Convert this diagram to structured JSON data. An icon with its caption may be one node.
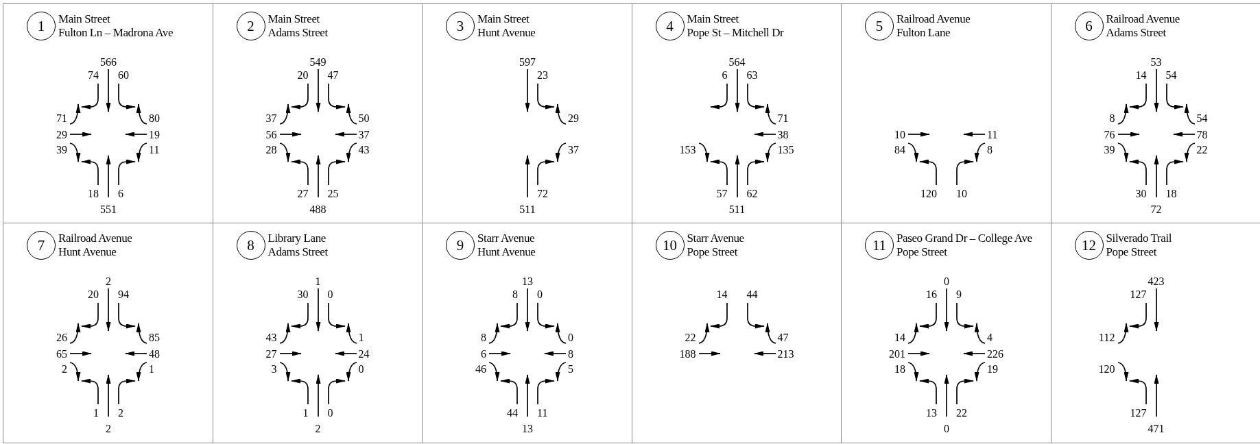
{
  "diagram": {
    "nodes": [
      {
        "text": [
          "Main Street",
          "Fulton Ln – Madrona Ave"
        ]
      },
      {
        "text": [
          "1"
        ],
        "in": 0
      },
      {
        "text": [
          "Main Street",
          "Adams Street"
        ]
      },
      {
        "text": [
          "2"
        ],
        "in": 2
      },
      {
        "text": [
          "Main Street",
          "Hunt Avenue"
        ]
      },
      {
        "text": [
          "3"
        ],
        "in": 4
      },
      {
        "text": [
          "Main Street",
          "Pope St – Mitchell Dr"
        ]
      },
      {
        "text": [
          "4"
        ],
        "in": 6
      },
      {
        "text": [
          "Railroad Avenue",
          "Fulton Lane"
        ]
      },
      {
        "text": [
          "5"
        ],
        "in": 8
      },
      {
        "text": [
          "Railroad Avenue",
          "Adams Street"
        ]
      },
      {
        "text": [
          "6"
        ],
        "in": 10
      },
      {
        "text": [
          "Railroad Avenue",
          "Hunt Avenue"
        ]
      },
      {
        "text": [
          "7"
        ],
        "in": 12
      },
      {
        "text": [
          "Library Lane",
          "Adams Street"
        ]
      },
      {
        "text": [
          "8"
        ],
        "in": 14
      },
      {
        "text": [
          "Starr Avenue",
          "Hunt Avenue"
        ]
      },
      {
        "text": [
          "9"
        ],
        "in": 16
      },
      {
        "text": [
          "Starr Avenue",
          "Pope Street"
        ]
      },
      {
        "text": [
          "10"
        ],
        "in": 18
      },
      {
        "text": [
          "Paseo Grand Dr – College Ave",
          "Pope Street"
        ]
      },
      {
        "text": [
          "11"
        ],
        "in": 20
      },
      {
        "text": [
          "Silverado Trail",
          "Pope Street"
        ]
      },
      {
        "text": [
          "12"
        ],
        "in": 22
      }
    ],
    "edges": [],
    "labels": [
      "566",
      "74",
      "60",
      "71",
      "80",
      "29",
      "19",
      "39",
      "11",
      "18",
      "6",
      "551",
      "549",
      "20",
      "47",
      "37",
      "50",
      "56",
      "37",
      "28",
      "43",
      "27",
      "25",
      "488",
      "597",
      "23",
      "29",
      "37",
      "72",
      "511",
      "564",
      "6",
      "63",
      "71",
      "38",
      "153",
      "135",
      "57",
      "62",
      "511",
      "10",
      "11",
      "84",
      "8",
      "120",
      "10",
      "53",
      "14",
      "54",
      "8",
      "54",
      "76",
      "78",
      "39",
      "22",
      "30",
      "18",
      "72",
      "2",
      "20",
      "94",
      "26",
      "85",
      "65",
      "48",
      "2",
      "1",
      "1",
      "2",
      "2",
      "1",
      "30",
      "0",
      "43",
      "1",
      "27",
      "24",
      "3",
      "0",
      "1",
      "0",
      "2",
      "13",
      "8",
      "0",
      "8",
      "0",
      "6",
      "8",
      "46",
      "5",
      "44",
      "11",
      "13",
      "14",
      "44",
      "22",
      "47",
      "188",
      "213",
      "0",
      "16",
      "9",
      "14",
      "4",
      "201",
      "226",
      "18",
      "19",
      "13",
      "22",
      "0",
      "423",
      "127",
      "112",
      "120",
      "127",
      "471"
    ]
  }
}
